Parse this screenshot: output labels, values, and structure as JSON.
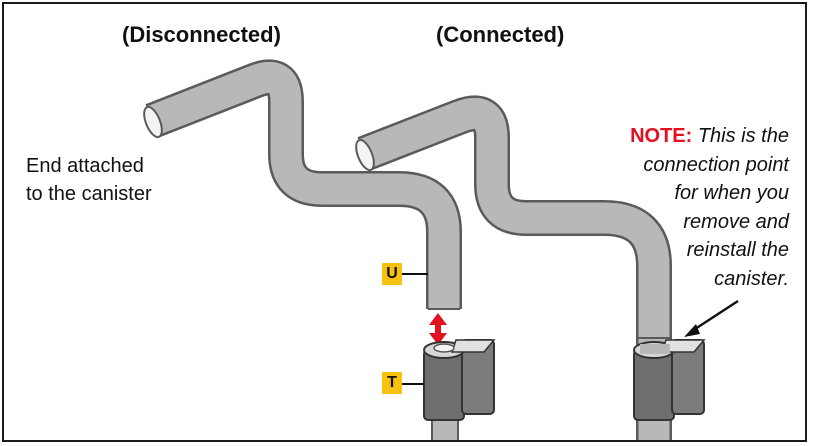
{
  "headings": {
    "disconnected": "(Disconnected)",
    "connected": "(Connected)"
  },
  "labels": {
    "end_line1": "End attached",
    "end_line2": "to the canister",
    "note_keyword": "NOTE:",
    "note_line1": "This is the",
    "note_line2": "connection point",
    "note_line3": "for when you",
    "note_line4": "remove and",
    "note_line5": "reinstall the",
    "note_line6": "canister."
  },
  "tags": {
    "u": "U",
    "t": "T"
  },
  "colors": {
    "tube_fill": "#b8b8b8",
    "tube_edge": "#5a5a5a",
    "connector_fill": "#6f6f6f",
    "connector_top": "#d8d8d8",
    "arrow": "#e3101f",
    "tag_bg": "#f6c10f",
    "note_keyword": "#e3101f"
  }
}
